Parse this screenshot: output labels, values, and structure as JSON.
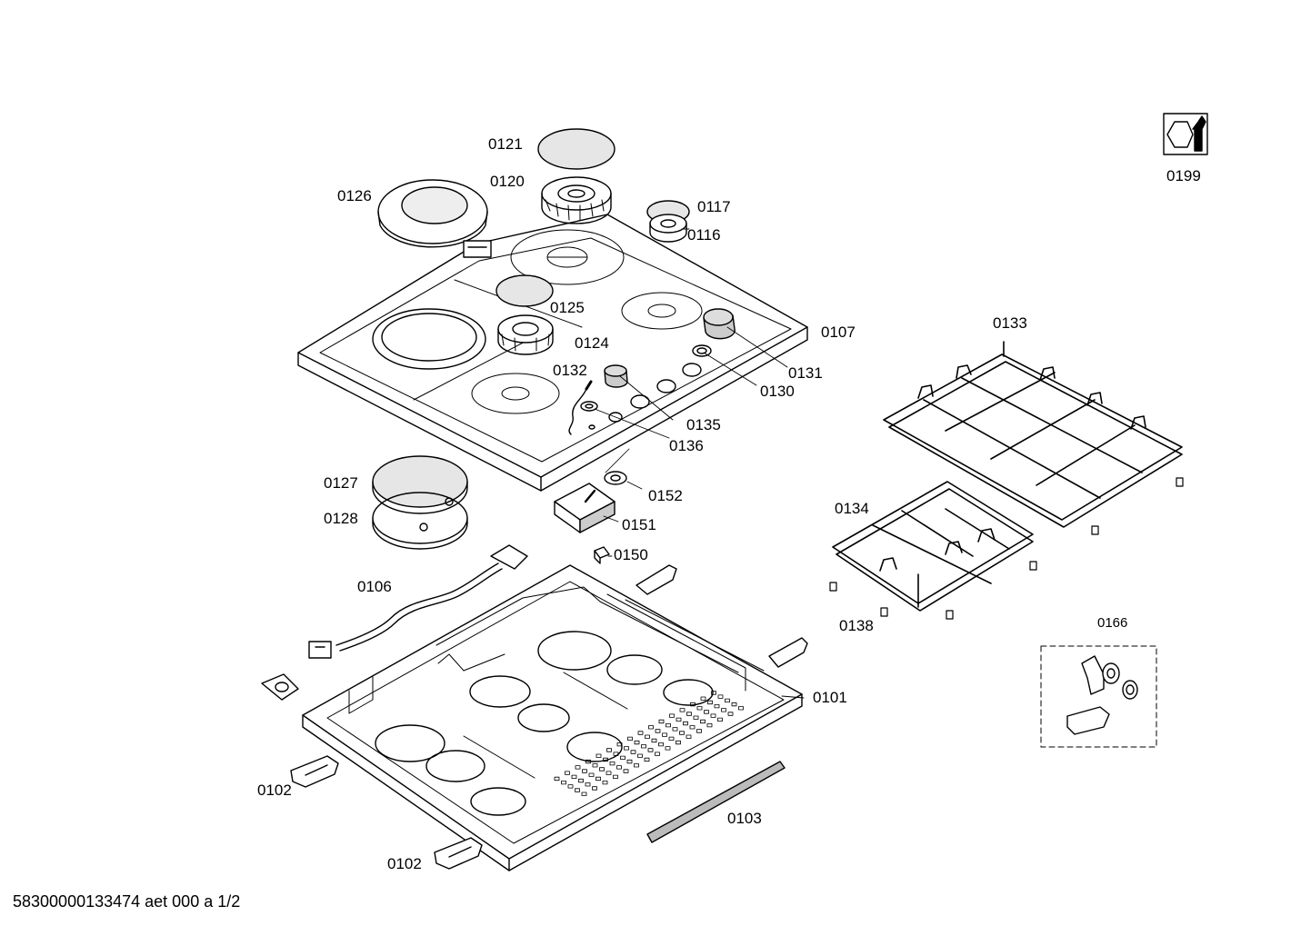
{
  "parts": [
    {
      "id": "p0121",
      "label": "0121"
    },
    {
      "id": "p0120",
      "label": "0120"
    },
    {
      "id": "p0126",
      "label": "0126"
    },
    {
      "id": "p0117",
      "label": "0117"
    },
    {
      "id": "p0116",
      "label": "0116"
    },
    {
      "id": "p0125",
      "label": "0125"
    },
    {
      "id": "p0107",
      "label": "0107"
    },
    {
      "id": "p0124",
      "label": "0124"
    },
    {
      "id": "p0132",
      "label": "0132"
    },
    {
      "id": "p0131",
      "label": "0131"
    },
    {
      "id": "p0130",
      "label": "0130"
    },
    {
      "id": "p0135",
      "label": "0135"
    },
    {
      "id": "p0136",
      "label": "0136"
    },
    {
      "id": "p0127",
      "label": "0127"
    },
    {
      "id": "p0128",
      "label": "0128"
    },
    {
      "id": "p0152",
      "label": "0152"
    },
    {
      "id": "p0151",
      "label": "0151"
    },
    {
      "id": "p0150",
      "label": "0150"
    },
    {
      "id": "p0106",
      "label": "0106"
    },
    {
      "id": "p0101",
      "label": "0101"
    },
    {
      "id": "p0102a",
      "label": "0102"
    },
    {
      "id": "p0102b",
      "label": "0102"
    },
    {
      "id": "p0103",
      "label": "0103"
    },
    {
      "id": "p0133",
      "label": "0133"
    },
    {
      "id": "p0134",
      "label": "0134"
    },
    {
      "id": "p0138",
      "label": "0138"
    },
    {
      "id": "p0166",
      "label": "0166"
    },
    {
      "id": "p0199",
      "label": "0199"
    }
  ],
  "footer": "58300000133474 aet 000 a 1/2"
}
